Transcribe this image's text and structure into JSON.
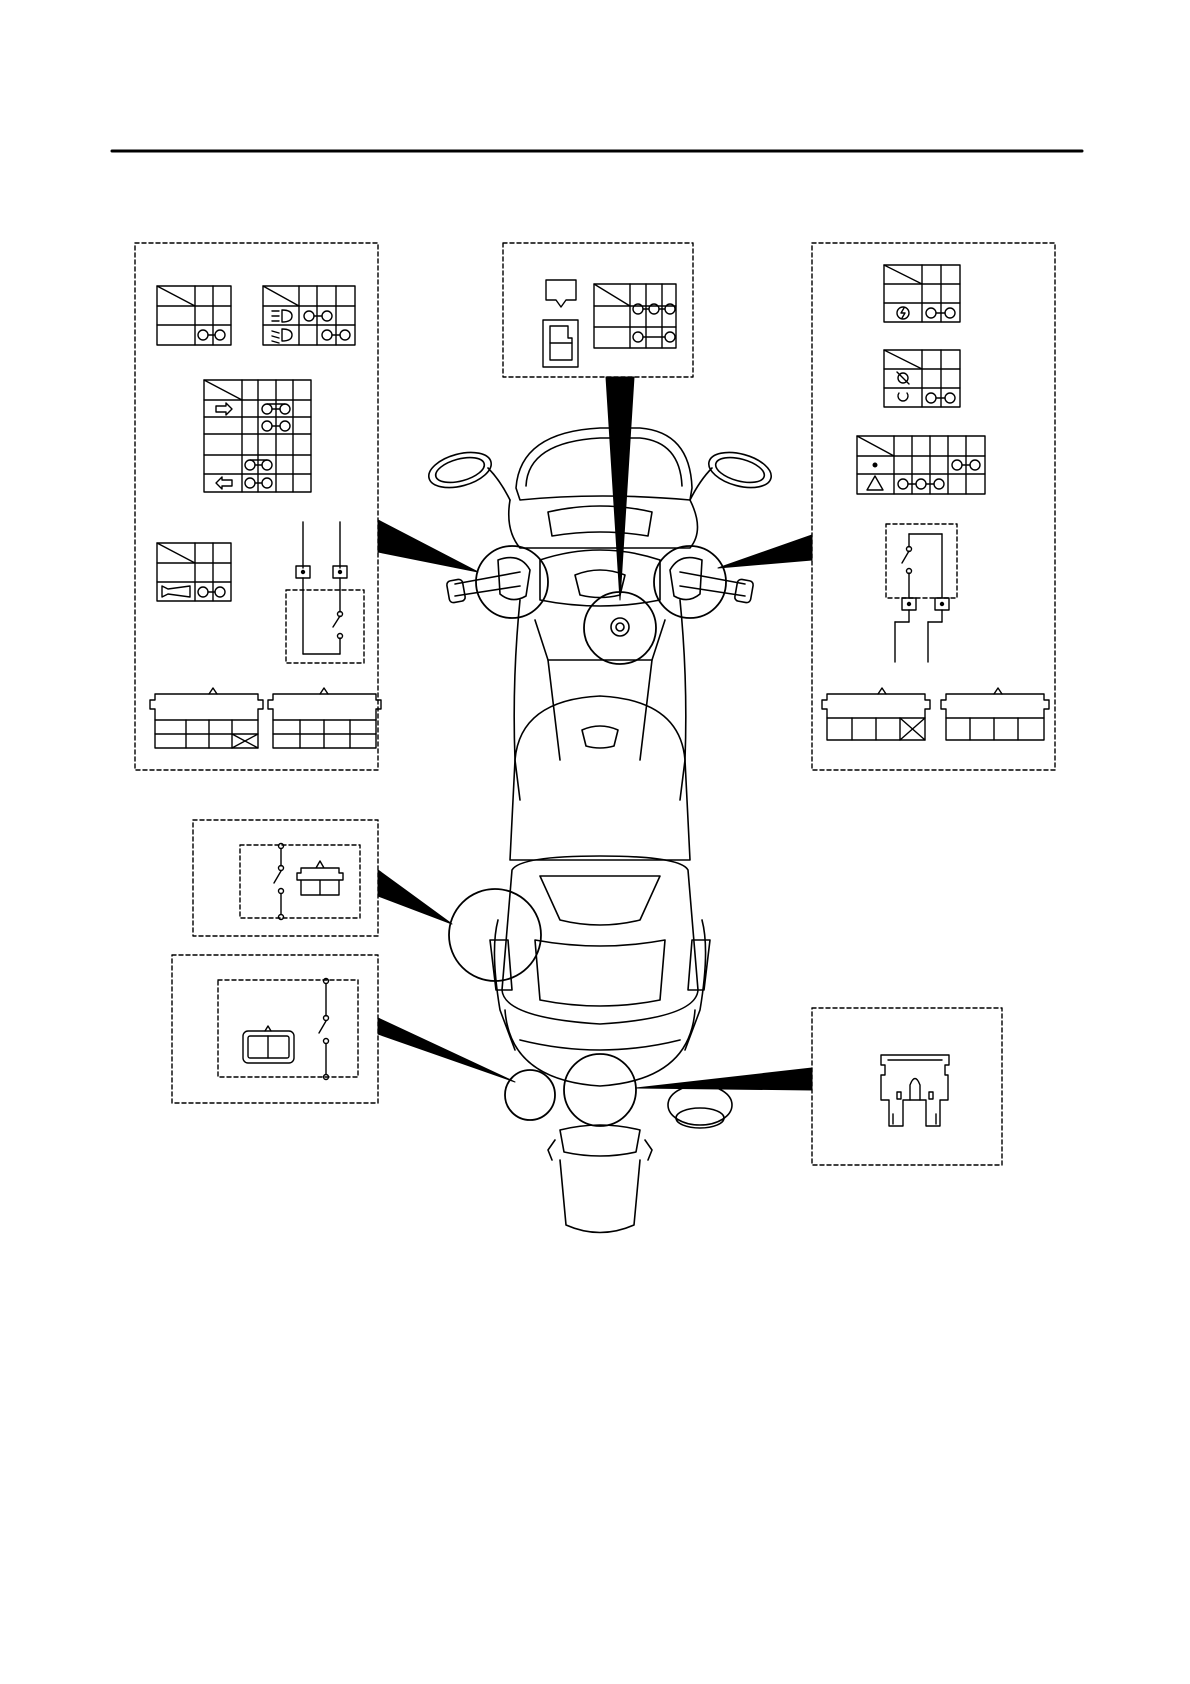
{
  "page": {
    "header_rule": true
  },
  "diagram": {
    "description_text": [],
    "callout_boxes": [
      {
        "name": "left-handlebar-switches",
        "contents": [
          "dimmer-switch-table",
          "headlight-beam-table",
          "turn-signal-switch-table",
          "horn-switch-table",
          "brake-switch-circuit",
          "connector-left-a",
          "connector-left-b"
        ]
      },
      {
        "name": "main-switch",
        "contents": [
          "main-switch-key-icon",
          "main-switch-lock-icon",
          "main-switch-table"
        ]
      },
      {
        "name": "right-handlebar-switches",
        "contents": [
          "start-switch-table",
          "engine-stop-switch-table",
          "hazard-switch-table",
          "brake-switch-circuit-right",
          "connector-right-a",
          "connector-right-b"
        ]
      },
      {
        "name": "seat-switch",
        "contents": [
          "seat-switch-circuit",
          "seat-switch-connector"
        ]
      },
      {
        "name": "sidestand-switch",
        "contents": [
          "sidestand-connector",
          "sidestand-circuit"
        ]
      },
      {
        "name": "fuse",
        "contents": [
          "blade-fuse-icon"
        ]
      }
    ],
    "icons": [
      "headlight-high-beam-icon",
      "headlight-low-beam-icon",
      "turn-right-arrow-icon",
      "turn-left-arrow-icon",
      "horn-icon",
      "start-icon",
      "engine-stop-icon",
      "hazard-triangle-icon",
      "key-icon",
      "fuse-icon"
    ]
  }
}
